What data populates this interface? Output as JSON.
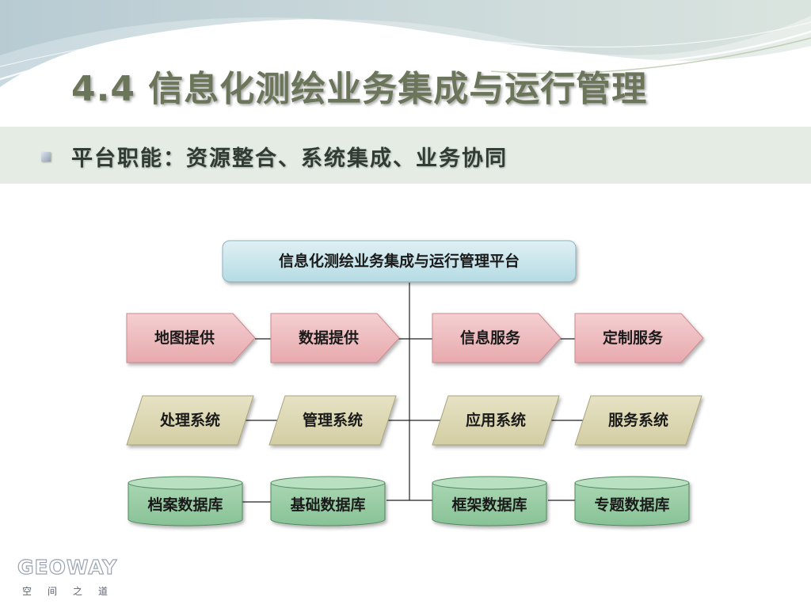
{
  "slide": {
    "title": "4.4 信息化测绘业务集成与运行管理",
    "bullet": "平台职能：资源整合、系统集成、业务协同"
  },
  "diagram": {
    "platform": "信息化测绘业务集成与运行管理平台",
    "rows": [
      {
        "shape": "arrow",
        "items": [
          "地图提供",
          "数据提供",
          "信息服务",
          "定制服务"
        ]
      },
      {
        "shape": "parallelogram",
        "items": [
          "处理系统",
          "管理系统",
          "应用系统",
          "服务系统"
        ]
      },
      {
        "shape": "cylinder",
        "items": [
          "档案数据库",
          "基础数据库",
          "框架数据库",
          "专题数据库"
        ]
      }
    ]
  },
  "logo": {
    "wordmark": "GEOWAY",
    "tagline": "空间之道"
  },
  "colors": {
    "title": "#6a7559",
    "band": "#e4ece4",
    "arrow_fill": "#e7a9ad",
    "parallelogram_fill": "#d3cea3",
    "cylinder_fill": "#88c295",
    "platform_fill": "#b5dbe3"
  }
}
